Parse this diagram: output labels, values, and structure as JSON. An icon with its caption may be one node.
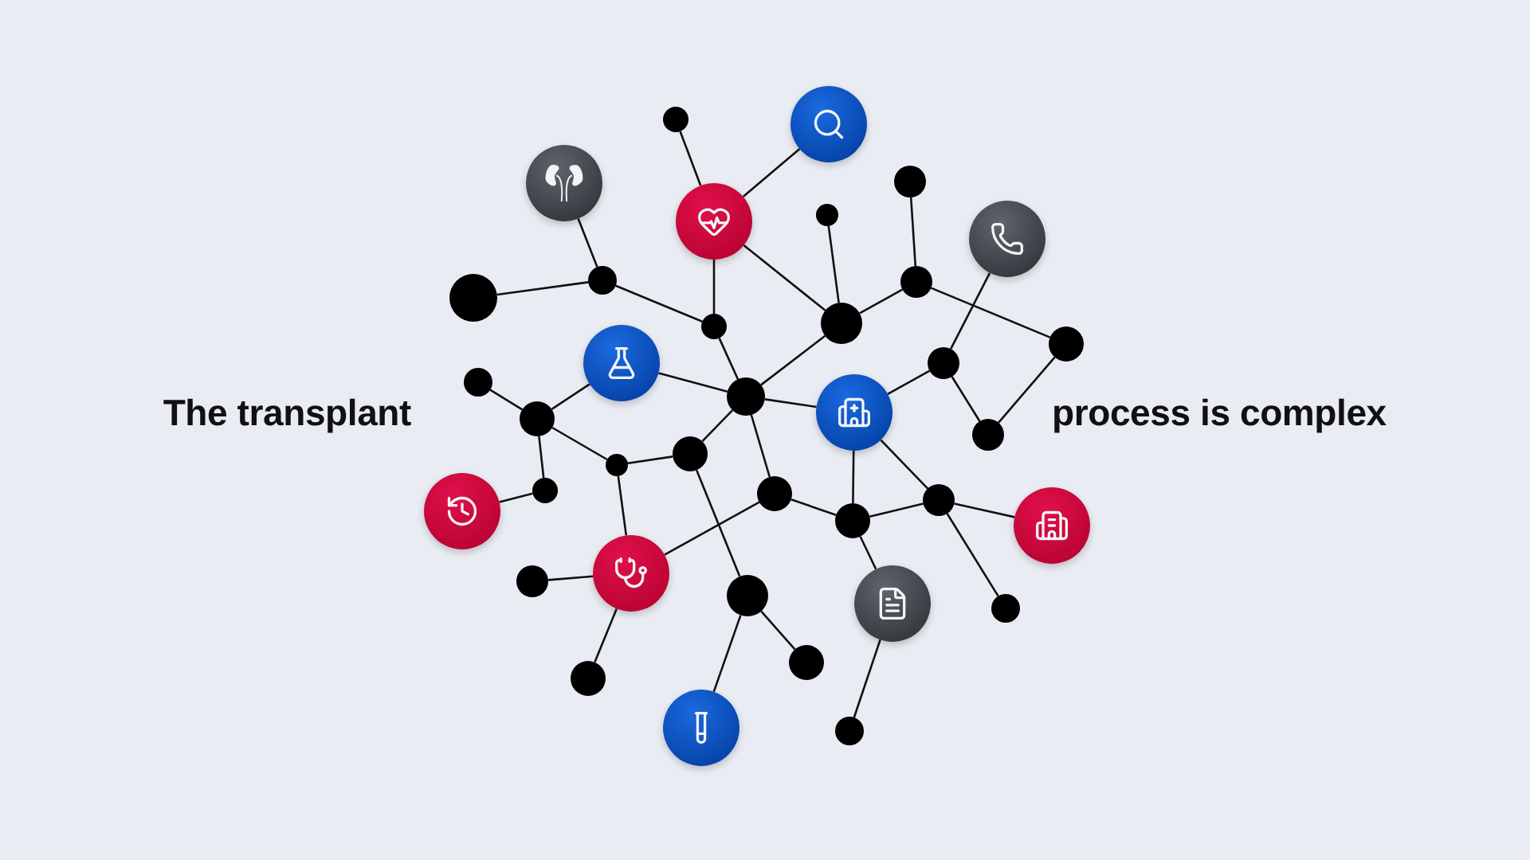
{
  "diagram": {
    "nodes": [
      {
        "text": [],
        "shape": "circle"
      },
      {
        "text": [],
        "shape": "circle"
      },
      {
        "text": [],
        "shape": "circle"
      },
      {
        "text": [],
        "shape": "circle"
      },
      {
        "text": [],
        "shape": "circle"
      },
      {
        "text": [],
        "shape": "circle"
      },
      {
        "text": [],
        "shape": "circle"
      },
      {
        "text": [],
        "shape": "circle"
      },
      {
        "text": [],
        "shape": "circle"
      },
      {
        "text": [],
        "shape": "circle"
      },
      {
        "text": [],
        "shape": "circle"
      },
      {
        "text": [],
        "shape": "circle"
      },
      {
        "text": [],
        "shape": "circle"
      },
      {
        "text": [],
        "shape": "circle"
      },
      {
        "text": [],
        "shape": "circle"
      },
      {
        "text": [],
        "shape": "circle"
      },
      {
        "text": [],
        "shape": "circle"
      },
      {
        "text": [],
        "shape": "circle"
      },
      {
        "text": [],
        "shape": "circle"
      },
      {
        "text": [],
        "shape": "circle"
      },
      {
        "text": [],
        "shape": "circle"
      },
      {
        "text": [],
        "shape": "circle"
      },
      {
        "text": [],
        "shape": "circle"
      },
      {
        "text": [],
        "shape": "circle"
      },
      {
        "text": [],
        "shape": "circle"
      },
      {
        "text": [],
        "shape": "circle"
      },
      {
        "text": [],
        "shape": "circle"
      },
      {
        "text": [],
        "shape": "circle"
      },
      {
        "text": [],
        "shape": "circle"
      },
      {
        "text": [],
        "shape": "circle"
      },
      {
        "text": [],
        "shape": "circle"
      },
      {
        "text": [],
        "shape": "circle"
      },
      {
        "text": [],
        "shape": "circle"
      },
      {
        "text": [],
        "shape": "circle"
      },
      {
        "text": [],
        "shape": "circle"
      },
      {
        "text": [],
        "shape": "circle"
      },
      {
        "text": [],
        "shape": "circle"
      }
    ],
    "edges": [
      {
        "from": 3,
        "to": 7,
        "arrow": "none"
      },
      {
        "from": 9,
        "to": 7,
        "arrow": "none"
      },
      {
        "from": 7,
        "to": 11,
        "arrow": "none"
      },
      {
        "from": 5,
        "to": 11,
        "arrow": "none"
      },
      {
        "from": 0,
        "to": 5,
        "arrow": "none"
      },
      {
        "from": 5,
        "to": 1,
        "arrow": "none"
      },
      {
        "from": 5,
        "to": 10,
        "arrow": "none"
      },
      {
        "from": 4,
        "to": 10,
        "arrow": "none"
      },
      {
        "from": 10,
        "to": 8,
        "arrow": "none"
      },
      {
        "from": 2,
        "to": 8,
        "arrow": "none"
      },
      {
        "from": 8,
        "to": 12,
        "arrow": "none"
      },
      {
        "from": 6,
        "to": 14,
        "arrow": "none"
      },
      {
        "from": 14,
        "to": 19,
        "arrow": "none"
      },
      {
        "from": 12,
        "to": 19,
        "arrow": "none"
      },
      {
        "from": 11,
        "to": 16,
        "arrow": "none"
      },
      {
        "from": 13,
        "to": 16,
        "arrow": "none"
      },
      {
        "from": 10,
        "to": 16,
        "arrow": "none"
      },
      {
        "from": 16,
        "to": 20,
        "arrow": "none"
      },
      {
        "from": 16,
        "to": 23,
        "arrow": "none"
      },
      {
        "from": 15,
        "to": 18,
        "arrow": "none"
      },
      {
        "from": 18,
        "to": 13,
        "arrow": "none"
      },
      {
        "from": 18,
        "to": 21,
        "arrow": "none"
      },
      {
        "from": 18,
        "to": 22,
        "arrow": "none"
      },
      {
        "from": 22,
        "to": 25,
        "arrow": "none"
      },
      {
        "from": 21,
        "to": 20,
        "arrow": "none"
      },
      {
        "from": 21,
        "to": 28,
        "arrow": "none"
      },
      {
        "from": 20,
        "to": 30,
        "arrow": "none"
      },
      {
        "from": 28,
        "to": 23,
        "arrow": "none"
      },
      {
        "from": 29,
        "to": 28,
        "arrow": "none"
      },
      {
        "from": 28,
        "to": 34,
        "arrow": "none"
      },
      {
        "from": 30,
        "to": 35,
        "arrow": "none"
      },
      {
        "from": 30,
        "to": 33,
        "arrow": "none"
      },
      {
        "from": 17,
        "to": 14,
        "arrow": "none"
      },
      {
        "from": 16,
        "to": 17,
        "arrow": "none"
      },
      {
        "from": 17,
        "to": 26,
        "arrow": "none"
      },
      {
        "from": 17,
        "to": 24,
        "arrow": "none"
      },
      {
        "from": 23,
        "to": 26,
        "arrow": "none"
      },
      {
        "from": 26,
        "to": 24,
        "arrow": "none"
      },
      {
        "from": 26,
        "to": 31,
        "arrow": "none"
      },
      {
        "from": 24,
        "to": 27,
        "arrow": "none"
      },
      {
        "from": 24,
        "to": 32,
        "arrow": "none"
      },
      {
        "from": 31,
        "to": 36,
        "arrow": "none"
      }
    ],
    "labels": [
      "The transplant",
      "process is complex"
    ]
  }
}
